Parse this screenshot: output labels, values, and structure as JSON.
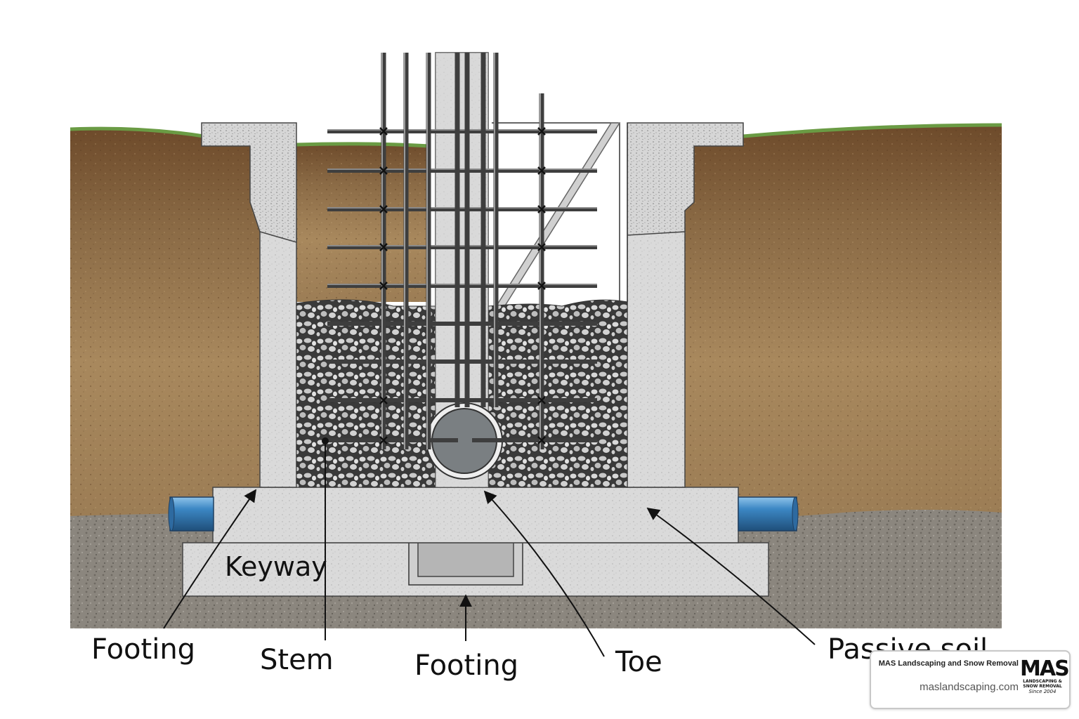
{
  "labels": {
    "keyway": "Keyway",
    "footing_left": "Footing",
    "stem": "Stem",
    "footing_bottom": "Footing",
    "toe": "Toe",
    "passive_soil": "Passive soil"
  },
  "brand": {
    "name": "MAS Landscaping and Snow Removal",
    "url": "maslandscaping.com",
    "logo_mark": "MAS",
    "logo_sub": "LANDSCAPING & SNOW REMOVAL",
    "logo_since": "Since 2004"
  },
  "colors": {
    "grass": "#6a9b44",
    "topsoil": "#6b4a2c",
    "subsoil": "#a8875c",
    "gravel_ground": "#8a857d",
    "concrete": "#dcdcdc",
    "rebar": "#4a4a4a",
    "drain_pipe": "#3c87c4"
  }
}
